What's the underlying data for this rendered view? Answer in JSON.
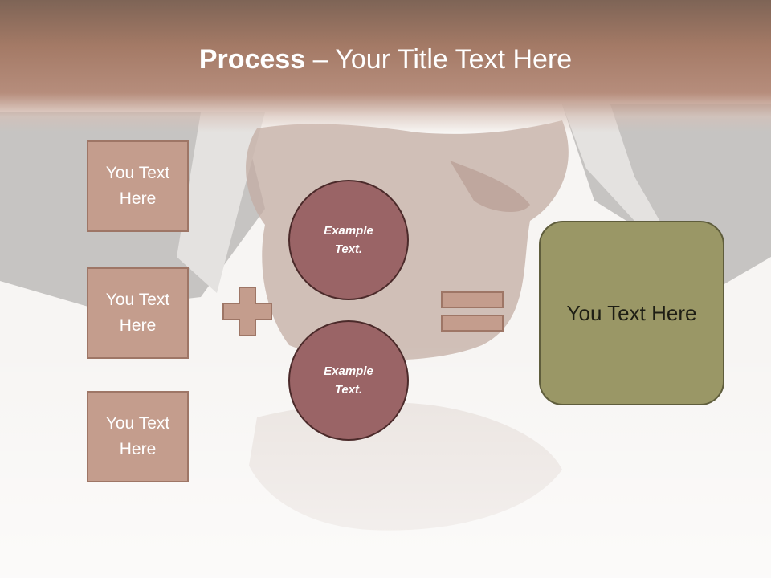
{
  "title": {
    "bold": "Process",
    "rest": " – Your Title Text Here"
  },
  "left_boxes": [
    {
      "label": "You Text Here"
    },
    {
      "label": "You Text Here"
    },
    {
      "label": "You Text Here"
    }
  ],
  "circles": [
    {
      "label": "Example Text."
    },
    {
      "label": "Example Text."
    }
  ],
  "result": {
    "label": "You Text Here"
  },
  "icons": {
    "plus": "plus-icon",
    "equals": "equals-icon",
    "background": "handshake-image"
  },
  "colors": {
    "header": "#a47a66",
    "box_fill": "#c49d8d",
    "box_border": "#9e7666",
    "circle_fill": "#9a6466",
    "circle_border": "#4b2a2a",
    "result_fill": "#9a9766",
    "result_border": "#5f5d3c"
  }
}
